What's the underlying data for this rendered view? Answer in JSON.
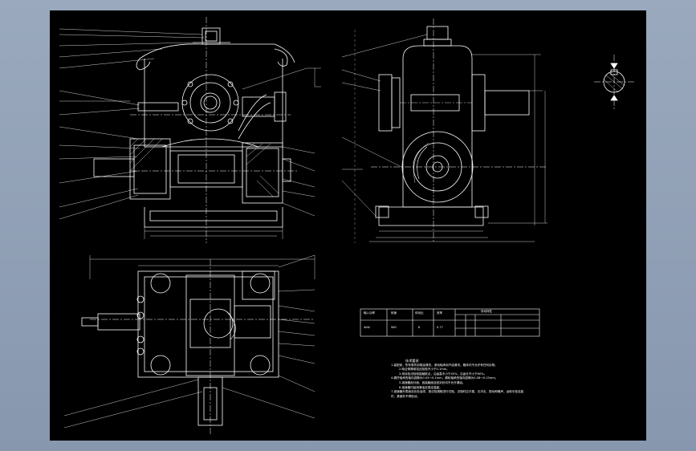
{
  "drawing": {
    "background": "#000000",
    "line_color": "#ffffff",
    "frame_color": "#8f9fb5"
  },
  "tech_notes": {
    "title": "技术要求",
    "lines": [
      "1.装配前，所有零件用煤油清洗，滚动轴承用汽油清洗，箱体内不允许有任何杂物。",
      "2.啮合侧隙用铅丝检验不小于0.1mm。",
      "3.用涂色法检验接触斑点，沿齿高不小于45%，沿齿长不小于60%。",
      "4.蜗杆轴承的轴向游隙为0.05～0.1mm，蜗轮轴承的轴向游隙为0.08～0.15mm。",
      "5.减速器剖分面、各接触面及密封处均不允许漏油。",
      "6.减速器内装润滑油至规定高度。",
      "7.减速器外表面涂灰色油漆，按试验规程进行试验，试验时应平稳，无冲击、振动和噪声，运转中各连接件、紧固件不得松动。"
    ]
  },
  "spec_table": {
    "header": [
      "输入功率",
      "转速",
      "传动比",
      "效率",
      "传动特性"
    ],
    "row": [
      "4kW",
      "960",
      "8",
      "0.77"
    ]
  }
}
